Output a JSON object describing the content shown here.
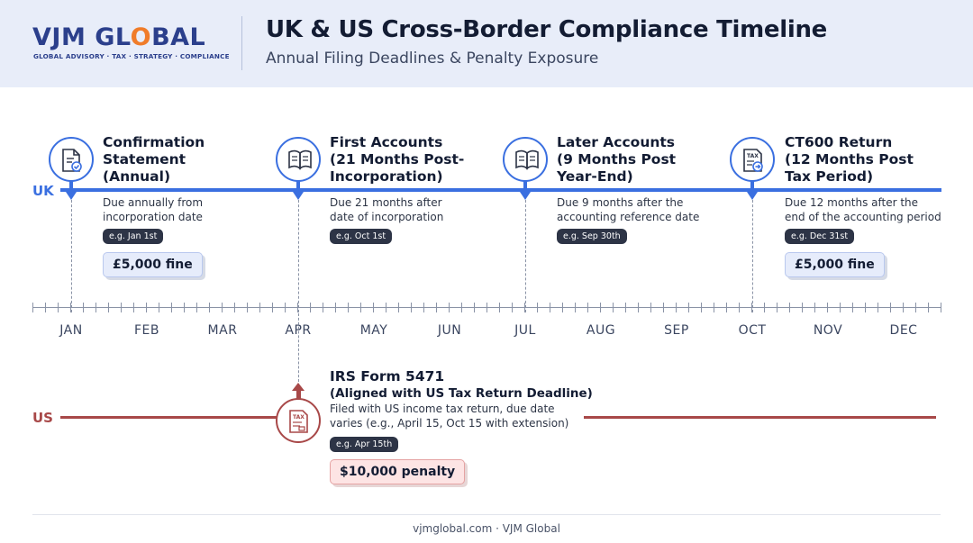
{
  "brand": {
    "logo_main": "VJM GL",
    "logo_o": "O",
    "logo_end": "BAL",
    "tagline": "GLOBAL ADVISORY · TAX · STRATEGY · COMPLIANCE"
  },
  "header": {
    "title": "UK & US Cross-Border Compliance Timeline",
    "subtitle": "Annual Filing Deadlines & Penalty Exposure"
  },
  "colors": {
    "uk": "#3a6fe0",
    "us": "#a84848",
    "header_bg": "#e8edf9",
    "logo": "#2b3f8c",
    "logo_accent": "#f07c2a"
  },
  "lanes": {
    "uk_label": "UK",
    "us_label": "US"
  },
  "months": [
    "JAN",
    "FEB",
    "MAR",
    "APR",
    "MAY",
    "JUN",
    "JUL",
    "AUG",
    "SEP",
    "OCT",
    "NOV",
    "DEC"
  ],
  "uk_events": [
    {
      "icon": "document-check-icon",
      "month": "JAN",
      "title_lines": [
        "Confirmation",
        "Statement",
        "(Annual)"
      ],
      "desc_lines": [
        "Due annually from",
        "incorporation date"
      ],
      "example": "e.g. Jan 1st",
      "fine": "£5,000 fine"
    },
    {
      "icon": "open-book-icon",
      "month": "APR",
      "title_lines": [
        "First Accounts",
        "(21 Months Post-",
        "Incorporation)"
      ],
      "desc_lines": [
        "Due 21 months after",
        "date of incorporation"
      ],
      "example": "e.g. Oct 1st",
      "fine": ""
    },
    {
      "icon": "open-book-icon",
      "month": "JUL",
      "title_lines": [
        "Later Accounts",
        "(9 Months Post",
        "Year-End)"
      ],
      "desc_lines": [
        "Due 9 months after the",
        "accounting reference date"
      ],
      "example": "e.g. Sep 30th",
      "fine": ""
    },
    {
      "icon": "tax-form-icon",
      "month": "OCT",
      "title_lines": [
        "CT600 Return",
        "(12 Months Post",
        "Tax Period)"
      ],
      "desc_lines": [
        "Due 12 months after the",
        "end of the accounting period"
      ],
      "example": "e.g. Dec 31st",
      "fine": "£5,000 fine"
    }
  ],
  "us_event": {
    "icon": "tax-form-icon",
    "month": "APR",
    "title": "IRS Form 5471",
    "subtitle": "(Aligned with US Tax Return Deadline)",
    "desc_lines": [
      "Filed with US income tax return, due date",
      "varies (e.g., April 15, Oct 15 with extension)"
    ],
    "example": "e.g. Apr 15th",
    "fine": "$10,000 penalty"
  },
  "footer": "vjmglobal.com · VJM Global"
}
